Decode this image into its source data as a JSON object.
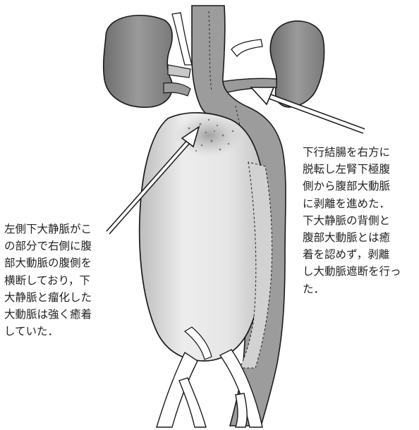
{
  "caption_left": {
    "lines": [
      "左側下大静脈がこ",
      "の部分で右側に腹",
      "部大動脈の腹側を",
      "横断しており，下",
      "大静脈と瘤化した",
      "大動脈は強く癒着",
      "していた．"
    ]
  },
  "caption_right": {
    "lines": [
      "下行結腸を右方に",
      "脱転し左腎下極腹",
      "側から腹部大動脈",
      "に剥離を進めた．",
      "下大静脈の背側と",
      "腹部大動脈とは癒",
      "着を認めず，剥離",
      "し大動脈遮断を行っ",
      "た．"
    ]
  },
  "colors": {
    "organ_dark": "#8a8a8a",
    "vessel_mid": "#9c9c9c",
    "aneurysm_light": "#e4e4e4",
    "outline": "#1a1a1a"
  }
}
